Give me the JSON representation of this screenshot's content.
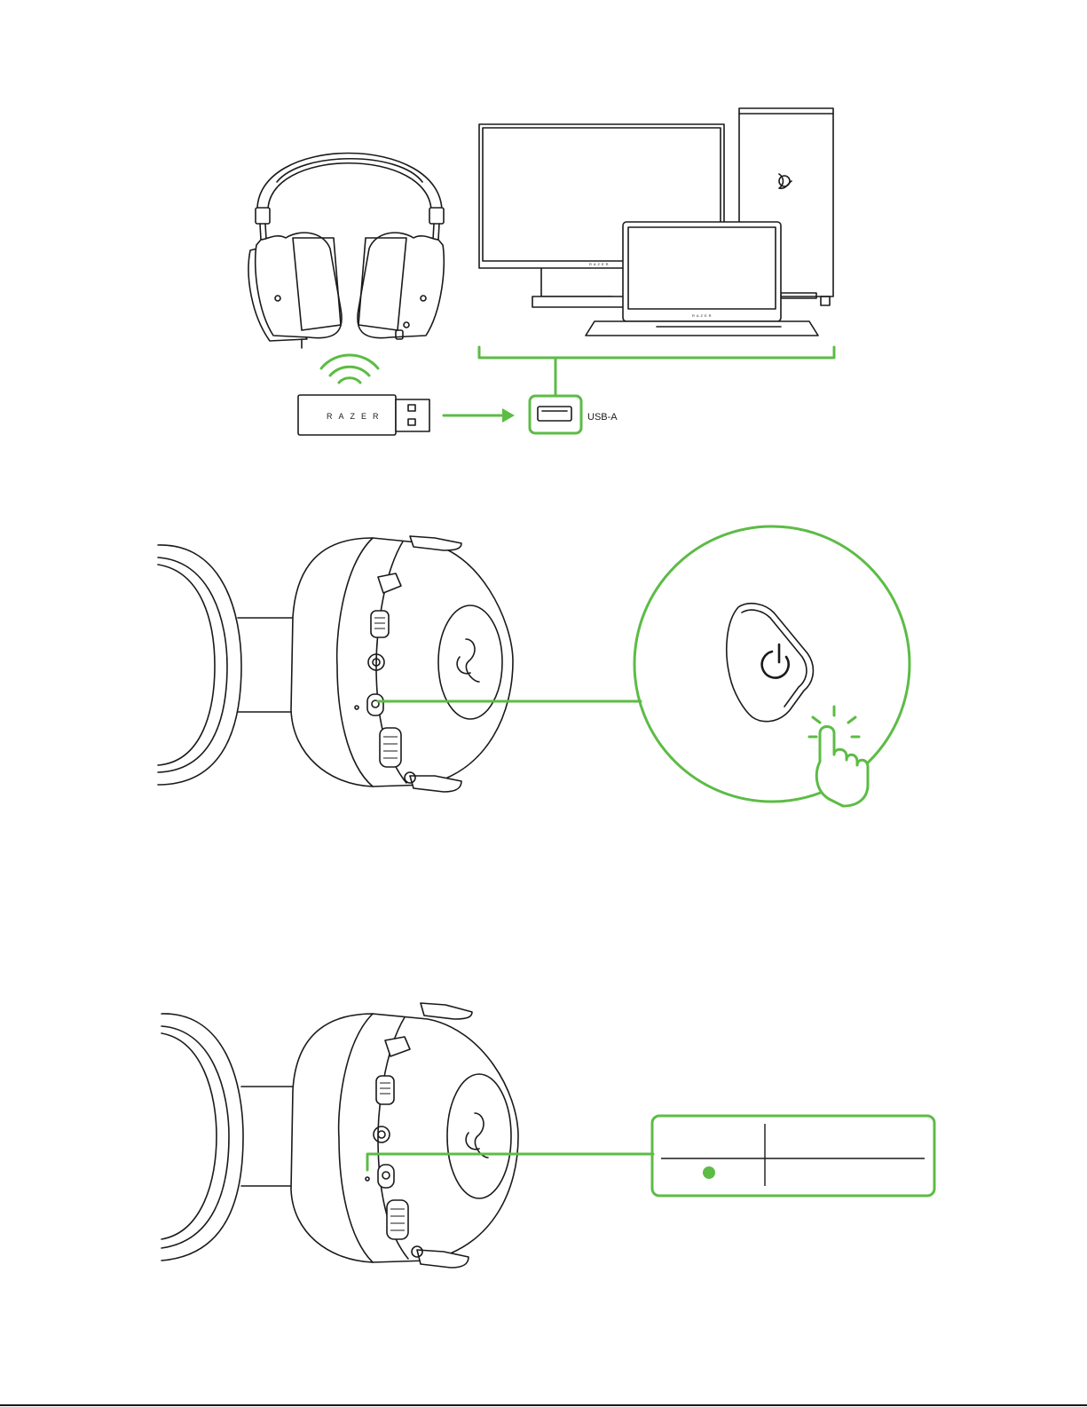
{
  "figure1": {
    "dongle_brand": "RAZER",
    "port_label": "USB-A",
    "monitor_brand": "RAZER",
    "laptop_brand": "RAZER"
  },
  "figure2": {
    "callout_icon": "power-icon",
    "gesture_icon": "finger-press-icon"
  },
  "figure3": {
    "status_table": {
      "headers": [
        "",
        ""
      ],
      "rows": [
        [
          "",
          ""
        ]
      ],
      "indicator_color": "#5cbc45"
    }
  },
  "colors": {
    "accent": "#5cbc45",
    "line": "#1a1a1a",
    "background": "#ffffff"
  }
}
